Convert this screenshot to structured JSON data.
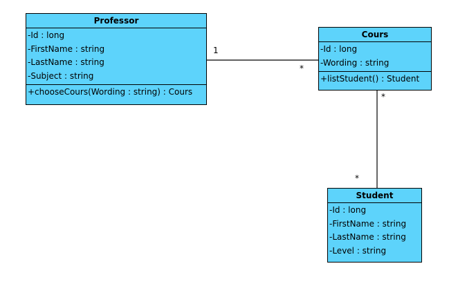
{
  "classes": {
    "professor": {
      "name": "Professor",
      "attributes": [
        "-Id : long",
        "-FirstName : string",
        "-LastName : string",
        "-Subject : string"
      ],
      "operations": [
        "+chooseCours(Wording : string) : Cours"
      ]
    },
    "cours": {
      "name": "Cours",
      "attributes": [
        "-Id : long",
        "-Wording : string"
      ],
      "operations": [
        "+listStudent() : Student"
      ]
    },
    "student": {
      "name": "Student",
      "attributes": [
        "-Id : long",
        "-FirstName : string",
        "-LastName : string",
        "-Level : string"
      ],
      "operations": []
    }
  },
  "associations": {
    "professor_cours": {
      "professor_end": "1",
      "cours_end": "*"
    },
    "cours_student": {
      "cours_end": "*",
      "student_end": "*"
    }
  },
  "colors": {
    "class_fill": "#5dd3fb",
    "stroke": "#000000",
    "background": "#ffffff"
  }
}
